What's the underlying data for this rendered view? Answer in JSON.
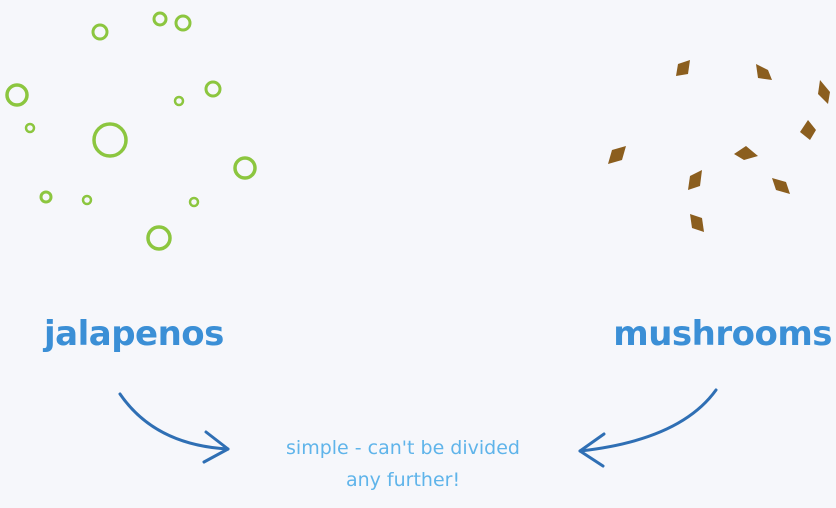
{
  "items": [
    {
      "id": "jalapenos",
      "label": "jalapenos",
      "color": "#8cc63f"
    },
    {
      "id": "mushrooms",
      "label": "mushrooms",
      "color": "#8b5e1e"
    }
  ],
  "caption": {
    "line1": "simple - can't be divided",
    "line2": "any further!"
  },
  "colors": {
    "label": "#3b8fd6",
    "caption": "#5fb4ea",
    "arrow": "#2f6fb4",
    "jalapeno": "#8cc63f",
    "mushroom": "#8b5e1e",
    "background": "#f6f7fb"
  }
}
